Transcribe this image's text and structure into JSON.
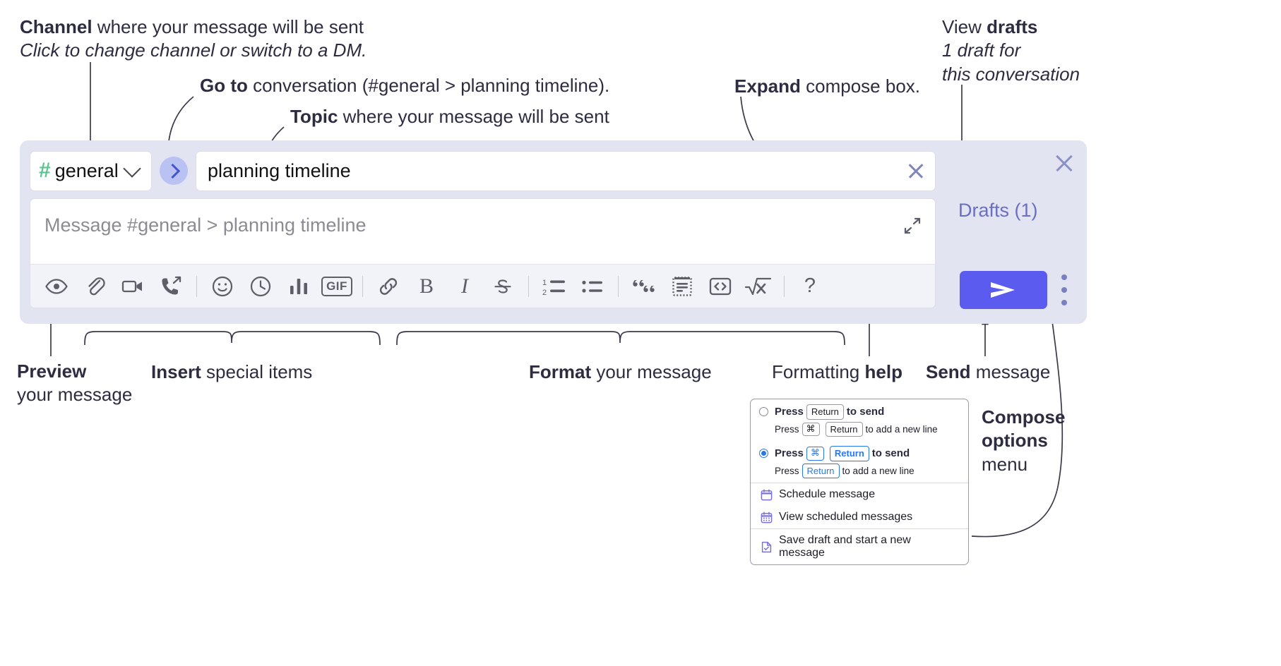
{
  "annotations": {
    "channel": {
      "bold": "Channel",
      "rest": " where your message will be sent",
      "italic": "Click to change channel or switch to a DM."
    },
    "goto": {
      "bold": "Go to",
      "rest": " conversation (#general > planning timeline)."
    },
    "topic": {
      "bold": "Topic",
      "rest": " where your message will be sent"
    },
    "expand": {
      "bold": "Expand",
      "rest": " compose box."
    },
    "drafts": {
      "lead": "View ",
      "bold": "drafts",
      "italic_line1": "1 draft for",
      "italic_line2": "this conversation"
    },
    "preview": {
      "bold": "Preview",
      "line2": "your message"
    },
    "insert": {
      "bold": "Insert",
      "rest": " special items"
    },
    "format": {
      "bold": "Format",
      "rest": " your message"
    },
    "help": {
      "lead": "Formatting ",
      "bold": "help"
    },
    "send": {
      "bold": "Send",
      "rest": " message"
    },
    "compose_options": {
      "bold1": "Compose",
      "bold2": "options",
      "rest": "menu"
    }
  },
  "compose": {
    "channel": {
      "hash": "#",
      "name": "general"
    },
    "topic_value": "planning timeline",
    "message_placeholder": "Message #general > planning timeline",
    "drafts_label": "Drafts (1)",
    "toolbar_group_insert": [
      {
        "name": "preview-icon",
        "label": "Preview"
      },
      {
        "name": "attachment-icon",
        "label": "Attach file"
      },
      {
        "name": "video-icon",
        "label": "Video clip"
      },
      {
        "name": "audio-call-icon",
        "label": "Audio clip"
      }
    ],
    "toolbar_group_special": [
      {
        "name": "emoji-icon",
        "label": "Emoji"
      },
      {
        "name": "clock-icon",
        "label": "Reminder"
      },
      {
        "name": "poll-icon",
        "label": "Poll"
      },
      {
        "name": "gif-icon",
        "label": "GIF"
      }
    ],
    "toolbar_group_format": [
      {
        "name": "link-icon",
        "label": "Link"
      },
      {
        "name": "bold-icon",
        "label": "B"
      },
      {
        "name": "italic-icon",
        "label": "I"
      },
      {
        "name": "strikethrough-icon",
        "label": "Strikethrough"
      },
      {
        "name": "ordered-list-icon",
        "label": "Ordered list"
      },
      {
        "name": "bulleted-list-icon",
        "label": "Bulleted list"
      },
      {
        "name": "blockquote-icon",
        "label": "Blockquote"
      },
      {
        "name": "code-block-icon",
        "label": "Code block"
      },
      {
        "name": "code-icon",
        "label": "Code"
      },
      {
        "name": "math-icon",
        "label": "Math"
      }
    ],
    "help_glyph": "?",
    "send_glyph": "send-icon"
  },
  "menu": {
    "option1": {
      "pre": "Press",
      "key": "Return",
      "post": "to send",
      "sub_pre": "Press",
      "sub_key1": "⌘",
      "sub_key2": "Return",
      "sub_post": "to add a new line",
      "selected": false
    },
    "option2": {
      "pre": "Press",
      "key1": "⌘",
      "key2": "Return",
      "post": "to send",
      "sub_pre": "Press",
      "sub_key": "Return",
      "sub_post": "to add a new line",
      "selected": true
    },
    "items": [
      {
        "icon": "calendar-icon",
        "label": "Schedule message"
      },
      {
        "icon": "calendar-grid-icon",
        "label": "View scheduled messages"
      },
      {
        "icon": "save-draft-icon",
        "label": "Save draft and start a new message"
      }
    ]
  },
  "colors": {
    "compose_bg": "#e2e4f1",
    "send_btn": "#5b5bf0",
    "drafts_text": "#6a6fc4",
    "hash_green": "#5dc48f",
    "accent_blue": "#2878f0",
    "menu_icon": "#7b72d8"
  }
}
